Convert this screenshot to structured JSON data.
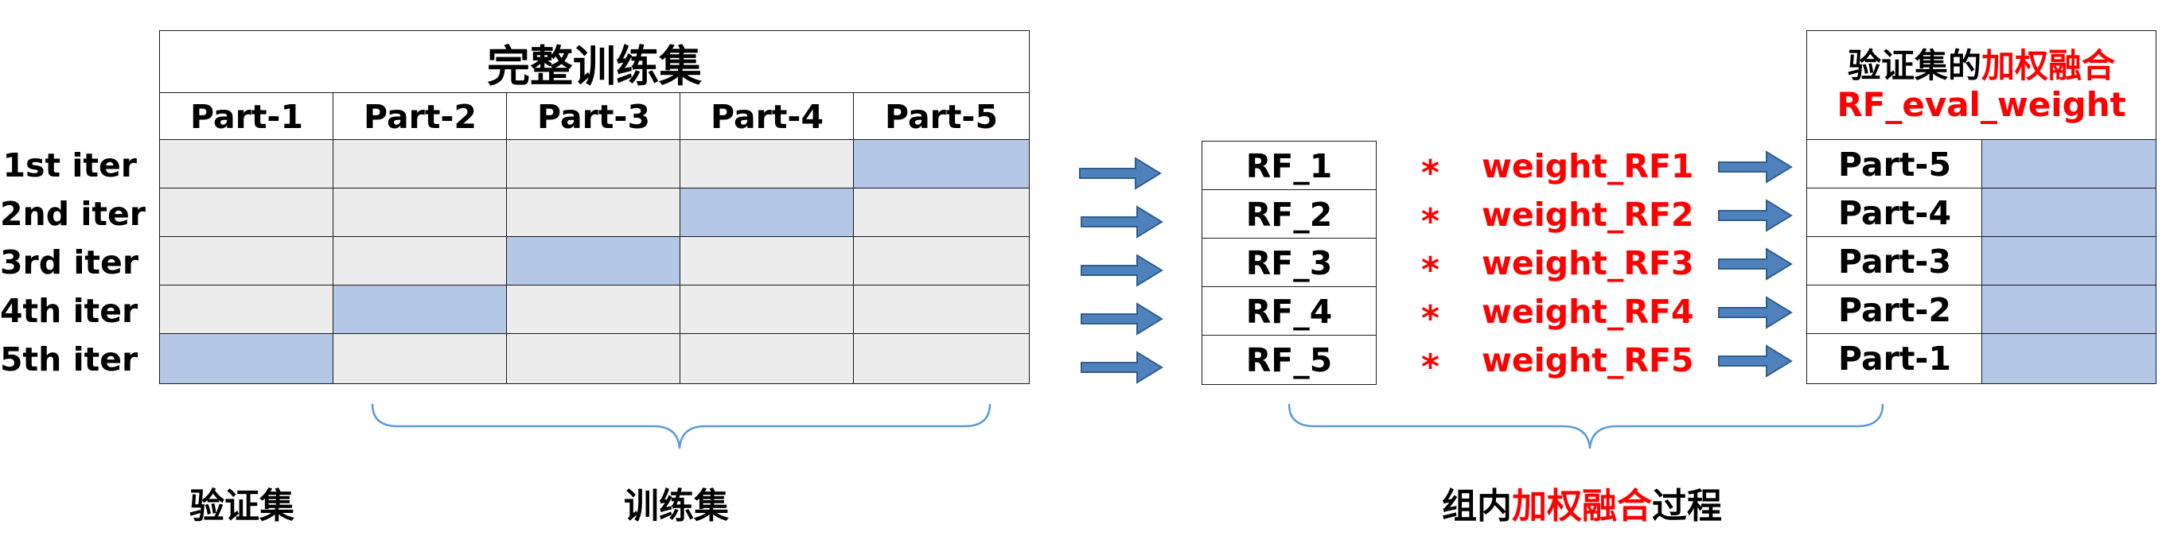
{
  "left_table": {
    "title": "完整训练集",
    "columns": [
      "Part-1",
      "Part-2",
      "Part-3",
      "Part-4",
      "Part-5"
    ],
    "rows": [
      {
        "label": "1st iter",
        "validation_part": "Part-5"
      },
      {
        "label": "2nd iter",
        "validation_part": "Part-4"
      },
      {
        "label": "3rd iter",
        "validation_part": "Part-3"
      },
      {
        "label": "4th iter",
        "validation_part": "Part-2"
      },
      {
        "label": "5th iter",
        "validation_part": "Part-1"
      }
    ]
  },
  "models": [
    "RF_1",
    "RF_2",
    "RF_3",
    "RF_4",
    "RF_5"
  ],
  "operator": "*",
  "weights": [
    "weight_RF1",
    "weight_RF2",
    "weight_RF3",
    "weight_RF4",
    "weight_RF5"
  ],
  "right_table": {
    "header_line1_black": "验证集的",
    "header_line1_red": "加权融合",
    "header_line2": "RF_eval_weight",
    "rows": [
      "Part-5",
      "Part-4",
      "Part-3",
      "Part-2",
      "Part-1"
    ]
  },
  "bottom_labels": {
    "validation": "验证集",
    "training": "训练集",
    "process_prefix": "组内",
    "process_red": "加权融合",
    "process_suffix": "过程"
  },
  "colors": {
    "grey_cell": "#ececec",
    "highlight_cell": "#b4c7e7",
    "arrow_fill": "#4f81bd",
    "arrow_stroke": "#2f5f8f",
    "brace": "#5b9bd5",
    "accent_red": "#ff0000"
  }
}
